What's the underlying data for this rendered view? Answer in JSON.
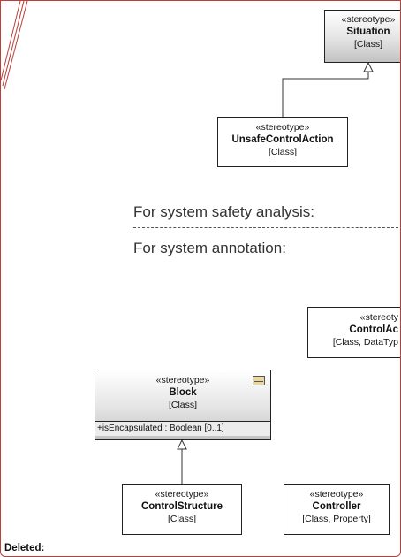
{
  "diagram": {
    "classes": {
      "situation": {
        "stereotype": "«stereotype»",
        "name": "Situation",
        "kind": "[Class]"
      },
      "unsafe_control_action": {
        "stereotype": "«stereotype»",
        "name": "UnsafeControlAction",
        "kind": "[Class]"
      },
      "control_action": {
        "stereotype": "«stereoty",
        "name": "ControlAc",
        "kind": "[Class, DataTyp"
      },
      "block": {
        "stereotype": "«stereotype»",
        "name": "Block",
        "kind": "[Class]",
        "attribute": "+isEncapsulated : Boolean [0..1]"
      },
      "control_structure": {
        "stereotype": "«stereotype»",
        "name": "ControlStructure",
        "kind": "[Class]"
      },
      "controller": {
        "stereotype": "«stereotype»",
        "name": "Controller",
        "kind": "[Class, Property]"
      }
    },
    "separator": {
      "upper_label": "For system safety analysis:",
      "lower_label": "For system annotation:"
    }
  },
  "footer": {
    "deleted_label": "Deleted:"
  },
  "colors": {
    "frame_border": "#b8413b",
    "dashed_line": "#555555",
    "block_icon": "#e8d8a0"
  }
}
